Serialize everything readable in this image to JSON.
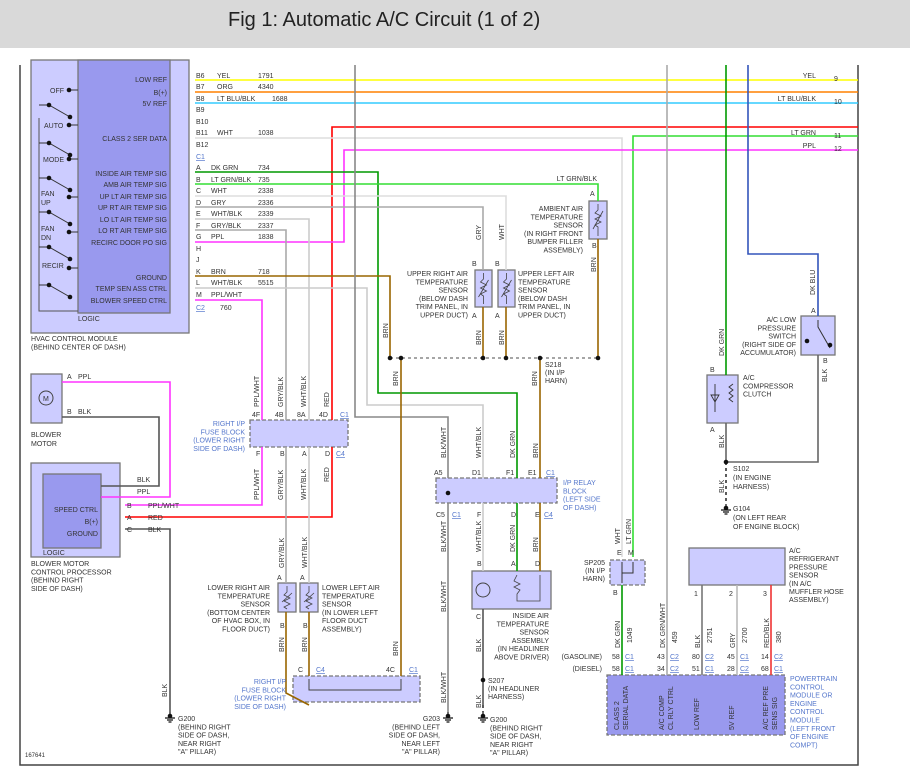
{
  "title": "Fig 1: Automatic A/C Circuit (1 of 2)",
  "figure_id": "167641",
  "colors": {
    "YEL": "#ffff00",
    "ORG": "#ff8000",
    "LT_BLU_BLK": "#33ccff",
    "RED": "#ff0000",
    "WHT": "#dddddd",
    "LT_GRN": "#33dd33",
    "DK_GRN": "#009900",
    "PPL": "#ff33ff",
    "GRY": "#aaaaaa",
    "BLK": "#666666",
    "BRN": "#996600",
    "DK_BLU": "#3355bb",
    "module": "#ccccff",
    "logic": "#9999ee"
  },
  "hvac": {
    "signals": [
      "LOW REF",
      "B(+)",
      "5V REF",
      "CLASS 2 SER DATA",
      "INSIDE AIR TEMP SIG",
      "AMB AIR TEMP SIG",
      "UP LT AIR TEMP SIG",
      "UP RT AIR TEMP SIG",
      "LO LT AIR TEMP SIG",
      "LO RT AIR TEMP SIG",
      "RECIRC DOOR PO SIG",
      "GROUND",
      "TEMP SEN ASS CTRL",
      "BLOWER SPEED CTRL"
    ],
    "switches": [
      "OFF",
      "AUTO",
      "MODE",
      "FAN",
      "UP",
      "FAN",
      "DN",
      "RECIR"
    ],
    "logic": "LOGIC",
    "caption": [
      "HVAC CONTROL MODULE",
      "(BEHIND CENTER OF DASH)"
    ],
    "pins": [
      "B6",
      "B7",
      "B8",
      "B9",
      "B10",
      "B11",
      "B12",
      "A",
      "B",
      "C",
      "D",
      "E",
      "F",
      "G",
      "H",
      "J",
      "K",
      "L",
      "M"
    ],
    "connectors": [
      "C1",
      "C2"
    ],
    "wires": [
      {
        "color": "YEL",
        "circuit": "1791"
      },
      {
        "color": "ORG",
        "circuit": "4340"
      },
      {
        "color": "LT BLU/BLK",
        "circuit": "1688"
      },
      {
        "color": "WHT",
        "circuit": "1038"
      },
      {
        "color": "DK GRN",
        "circuit": "734"
      },
      {
        "color": "LT GRN/BLK",
        "circuit": "735"
      },
      {
        "color": "WHT",
        "circuit": "2338"
      },
      {
        "color": "GRY",
        "circuit": "2336"
      },
      {
        "color": "WHT/BLK",
        "circuit": "2339"
      },
      {
        "color": "GRY/BLK",
        "circuit": "2337"
      },
      {
        "color": "PPL",
        "circuit": "1838"
      },
      {
        "color": "BRN",
        "circuit": "718"
      },
      {
        "color": "WHT/BLK",
        "circuit": "5515"
      },
      {
        "color": "PPL/WHT",
        "circuit": "760"
      }
    ]
  },
  "continuations": [
    {
      "color": "YEL",
      "ref": "9"
    },
    {
      "color": "LT BLU/BLK",
      "ref": "10"
    },
    {
      "color": "LT GRN",
      "ref": "11"
    },
    {
      "color": "PPL",
      "ref": "12"
    }
  ],
  "ambient": {
    "wire": "LT GRN/BLK",
    "pin_a": "A",
    "pin_b": "B",
    "ground_wire": "BRN",
    "caption": [
      "AMBIENT AIR",
      "TEMPERATURE",
      "SENSOR",
      "(IN RIGHT FRONT",
      "BUMPER FILLER",
      "ASSEMBLY)"
    ]
  },
  "upper_right": {
    "wire": "GRY",
    "pin_b": "B",
    "pin_a": "A",
    "ground_wire": "BRN",
    "caption": [
      "UPPER RIGHT AIR",
      "TEMPERATURE",
      "SENSOR",
      "(BELOW DASH",
      "TRIM PANEL, IN",
      "UPPER DUCT)"
    ]
  },
  "upper_left": {
    "wire": "WHT",
    "pin_b": "B",
    "pin_a": "A",
    "ground_wire": "BRN",
    "caption": [
      "UPPER LEFT AIR",
      "TEMPERATURE",
      "SENSOR",
      "(BELOW DASH",
      "TRIM PANEL, IN",
      "UPPER DUCT)"
    ]
  },
  "s218": {
    "wire_a": "BRN",
    "wire_b": "BRN",
    "wire_c": "BRN",
    "caption": [
      "S218",
      "(IN I/P",
      "HARN)"
    ]
  },
  "relay": {
    "top_pins": [
      "A5",
      "D1",
      "F1",
      "E1"
    ],
    "top_conn": "C1",
    "top_wires": [
      "BLK/WHT",
      "WHT/BLK",
      "DK GRN",
      "BRN"
    ],
    "bottom_pins": [
      "C5",
      "F",
      "D",
      "E"
    ],
    "bottom_conn": [
      "C1",
      "C4"
    ],
    "bottom_wires": [
      "BLK/WHT",
      "WHT/BLK",
      "DK GRN",
      "BRN"
    ],
    "caption": [
      "I/P RELAY",
      "BLOCK",
      "(LEFT SIDE",
      "OF DASH)"
    ]
  },
  "inside_sensor": {
    "pins": [
      "B",
      "A",
      "D",
      "C"
    ],
    "ground_wire": "BLK",
    "caption": [
      "INSIDE AIR",
      "TEMPERATURE",
      "SENSOR",
      "ASSEMBLY",
      "(IN HEADLINER",
      "ABOVE DRIVER)"
    ]
  },
  "s207": {
    "wire": "BLK",
    "caption": [
      "S207",
      "(IN HEADLINER",
      "HARNESS)"
    ]
  },
  "g200_right": {
    "caption": [
      "G200",
      "(BEHIND RIGHT",
      "SIDE OF DASH,",
      "NEAR RIGHT",
      "\"A\" PILLAR)"
    ]
  },
  "g203": {
    "wire": "BLK/WHT",
    "wire2": "BLK/WHT",
    "caption": [
      "G203",
      "(BEHIND LEFT",
      "SIDE OF DASH,",
      "NEAR LEFT",
      "\"A\" PILLAR)"
    ]
  },
  "g200_left": {
    "wire": "BLK",
    "caption": [
      "G200",
      "(BEHIND RIGHT",
      "SIDE OF DASH,",
      "NEAR RIGHT",
      "\"A\" PILLAR)"
    ]
  },
  "fuse_upper": {
    "top_pins": [
      "4F",
      "4B",
      "8A",
      "4D"
    ],
    "top_conn": "C1",
    "top_wires": [
      "PPL/WHT",
      "GRY/BLK",
      "WHT/BLK",
      "RED"
    ],
    "bottom_pins": [
      "F",
      "B",
      "A",
      "D"
    ],
    "bottom_conn": "C4",
    "bottom_wires": [
      "PPL/WHT",
      "GRY/BLK",
      "WHT/BLK",
      "RED"
    ],
    "caption": [
      "RIGHT I/P",
      "FUSE BLOCK",
      "(LOWER RIGHT",
      "SIDE OF DASH)"
    ]
  },
  "fuse_lower": {
    "pins": [
      "C",
      "4C"
    ],
    "conn": [
      "C4",
      "C1"
    ],
    "wire": "BRN",
    "caption": [
      "RIGHT I/P",
      "FUSE BLOCK",
      "(LOWER RIGHT",
      "SIDE OF DASH)"
    ]
  },
  "lower_right": {
    "wire": "GRY/BLK",
    "pin_a": "A",
    "pin_b": "B",
    "ground_wire": "BRN",
    "caption": [
      "LOWER RIGHT AIR",
      "TEMPERATURE",
      "SENSOR",
      "(BOTTOM CENTER",
      "OF HVAC BOX, IN",
      "FLOOR DUCT)"
    ]
  },
  "lower_left": {
    "wire": "WHT/BLK",
    "pin_a": "A",
    "pin_b": "B",
    "ground_wire": "BRN",
    "caption": [
      "LOWER LEFT AIR",
      "TEMPERATURE",
      "SENSOR",
      "(IN LOWER LEFT",
      "FLOOR DUCT",
      "ASSEMBLY)"
    ]
  },
  "blower_motor": {
    "pins": [
      {
        "pin": "A",
        "wire": "PPL"
      },
      {
        "pin": "B",
        "wire": "BLK"
      }
    ],
    "symbol": "M",
    "caption": [
      "BLOWER",
      "MOTOR"
    ]
  },
  "blower_proc": {
    "feed": [
      "BLK",
      "PPL"
    ],
    "pins": [
      {
        "pin": "B",
        "wire": "PPL/WHT",
        "signal": "SPEED CTRL"
      },
      {
        "pin": "A",
        "wire": "RED",
        "signal": "B(+)"
      },
      {
        "pin": "C",
        "wire": "BLK",
        "signal": "GROUND"
      }
    ],
    "logic": "LOGIC",
    "caption": [
      "BLOWER MOTOR",
      "CONTROL PROCESSOR",
      "(BEHIND RIGHT",
      "SIDE OF DASH)"
    ]
  },
  "clutch": {
    "wire_in": "DK GRN",
    "pin_b": "B",
    "pin_a": "A",
    "wire_out": "BLK",
    "caption": [
      "A/C",
      "COMPRESSOR",
      "CLUTCH"
    ]
  },
  "low_switch": {
    "wire_in": "DK BLU",
    "pin_a": "A",
    "pin_b": "B",
    "wire_out": "BLK",
    "caption": [
      "A/C LOW",
      "PRESSURE",
      "SWITCH",
      "(RIGHT SIDE OF",
      "ACCUMULATOR)"
    ]
  },
  "s102": {
    "wire": "BLK",
    "caption": [
      "S102",
      "(IN ENGINE",
      "HARNESS)"
    ]
  },
  "g104": {
    "caption": [
      "G104",
      "(ON LEFT REAR",
      "OF ENGINE BLOCK)"
    ]
  },
  "sp205": {
    "wires": [
      "WHT",
      "LT GRN"
    ],
    "pins": [
      "E",
      "M",
      "B"
    ],
    "caption": [
      "SP205",
      "(IN I/P",
      "HARN)"
    ]
  },
  "refrig_sensor": {
    "pins": [
      "1",
      "2",
      "3"
    ],
    "caption": [
      "A/C",
      "REFRIGERANT",
      "PRESSURE",
      "SENSOR",
      "(IN A/C",
      "MUFFLER HOSE",
      "ASSEMBLY)"
    ]
  },
  "pcm": {
    "variants": [
      "(GASOLINE)",
      "(DIESEL)"
    ],
    "columns": [
      {
        "wire": "DK GRN",
        "circuit": "1049",
        "gas": [
          "58",
          "C1"
        ],
        "diesel": [
          "58",
          "C1"
        ],
        "signal": [
          "CLASS 2",
          "SERIAL DATA"
        ]
      },
      {
        "wire": "DK GRN/WHT",
        "circuit": "459",
        "gas": [
          "43",
          "C2"
        ],
        "diesel": [
          "34",
          "C2"
        ],
        "signal": [
          "A/C COMP",
          "CL RLY CTRL"
        ]
      },
      {
        "wire": "BLK",
        "circuit": "2751",
        "gas": [
          "80",
          "C2"
        ],
        "diesel": [
          "51",
          "C1"
        ],
        "signal": [
          "LOW REF",
          ""
        ]
      },
      {
        "wire": "GRY",
        "circuit": "2700",
        "gas": [
          "45",
          "C1"
        ],
        "diesel": [
          "28",
          "C2"
        ],
        "signal": [
          "5V REF",
          ""
        ]
      },
      {
        "wire": "RED/BLK",
        "circuit": "380",
        "gas": [
          "14",
          "C2"
        ],
        "diesel": [
          "68",
          "C1"
        ],
        "signal": [
          "A/C REF PRE",
          "SENS SIG"
        ]
      }
    ],
    "caption": [
      "POWERTRAIN",
      "CONTROL",
      "MODULE OR",
      "ENGINE",
      "CONTROL",
      "MODULE",
      "(LEFT FRONT",
      "OF ENGINE",
      "COMPT)"
    ]
  }
}
